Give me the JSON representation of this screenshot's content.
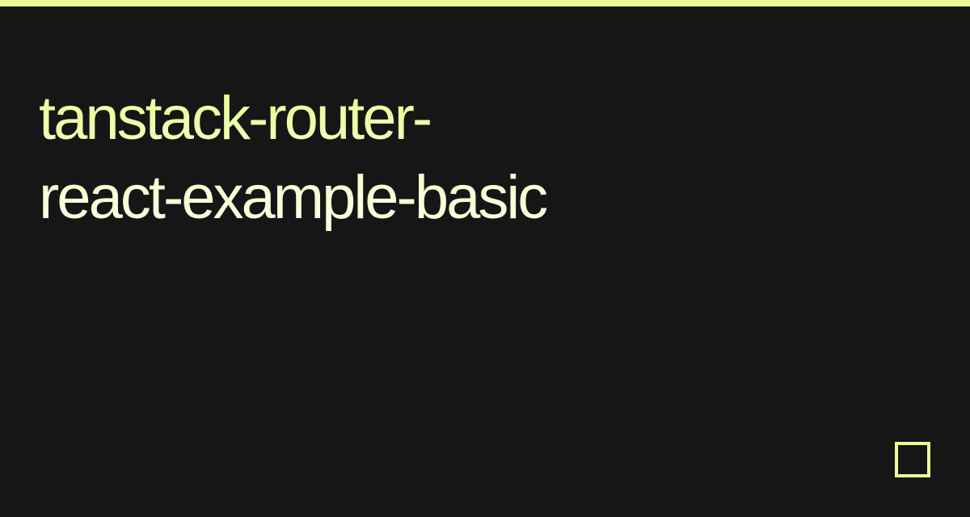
{
  "header": {
    "accent_color": "#eaff94",
    "background_color": "#161616"
  },
  "title": {
    "lines": [
      "tanstack-router-",
      "react-example-basic"
    ],
    "full": "tanstack-router-react-example-basic"
  },
  "logo": {
    "icon": "square-outline-icon"
  }
}
